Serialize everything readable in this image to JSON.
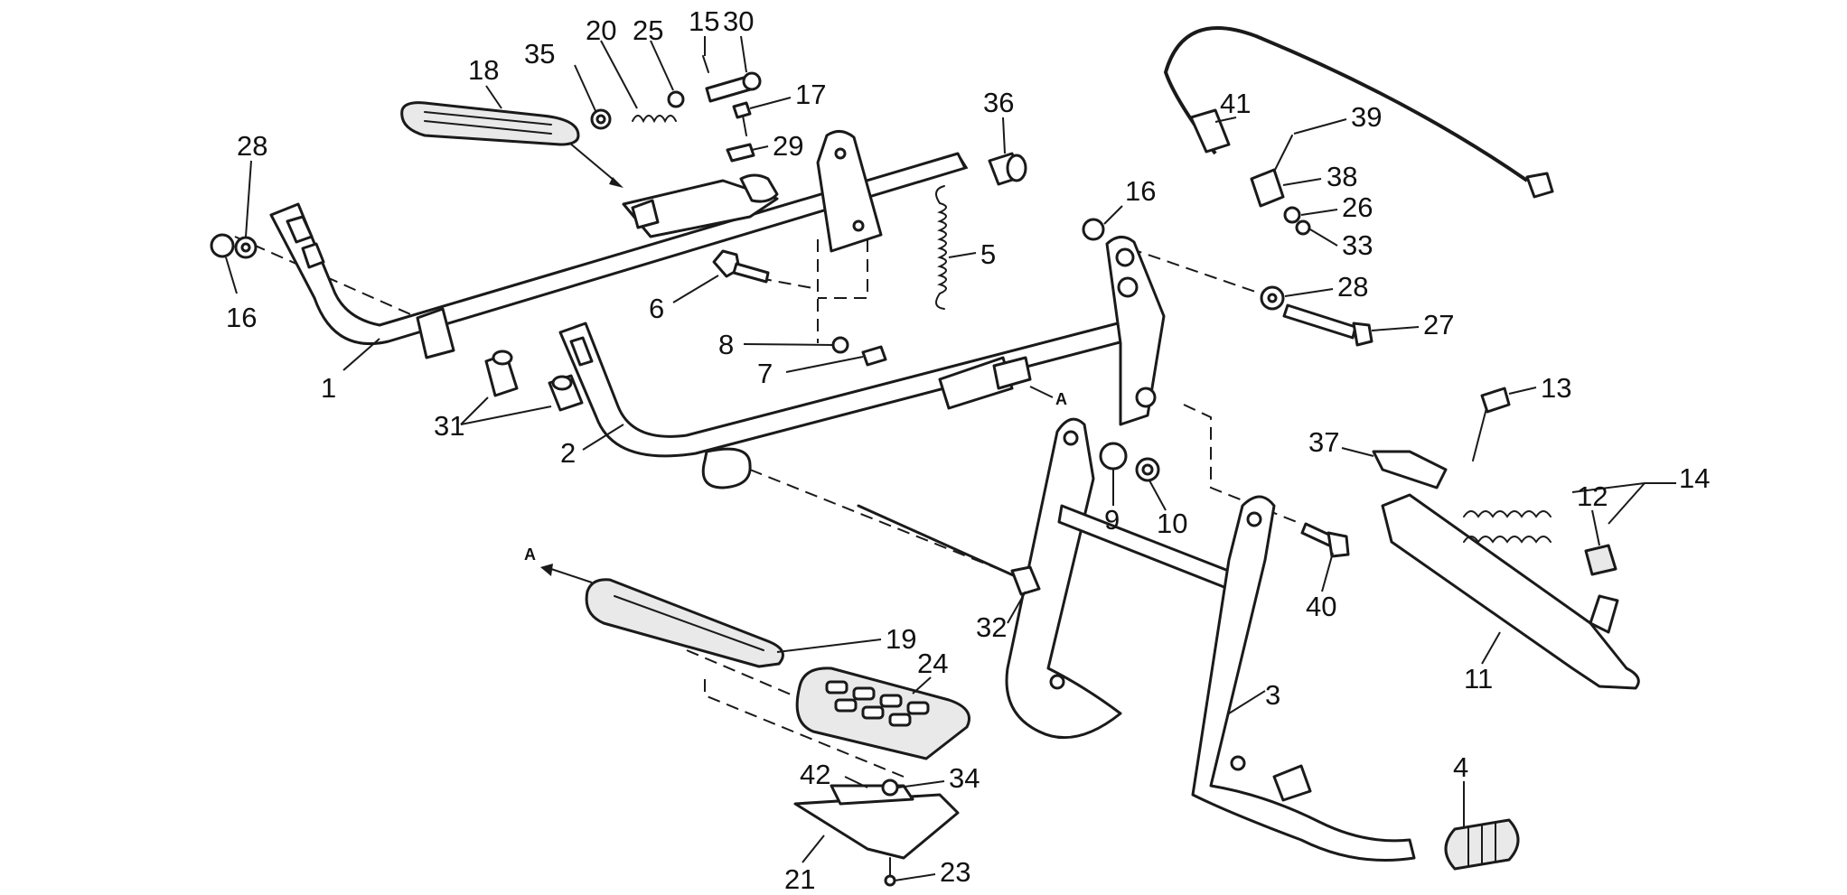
{
  "callouts": [
    {
      "id": "c1",
      "text": "1"
    },
    {
      "id": "c2",
      "text": "2"
    },
    {
      "id": "c3",
      "text": "3"
    },
    {
      "id": "c4",
      "text": "4"
    },
    {
      "id": "c5",
      "text": "5"
    },
    {
      "id": "c6",
      "text": "6"
    },
    {
      "id": "c7",
      "text": "7"
    },
    {
      "id": "c8",
      "text": "8"
    },
    {
      "id": "c9",
      "text": "9"
    },
    {
      "id": "c10",
      "text": "10"
    },
    {
      "id": "c11",
      "text": "11"
    },
    {
      "id": "c12",
      "text": "12"
    },
    {
      "id": "c13",
      "text": "13"
    },
    {
      "id": "c14",
      "text": "14"
    },
    {
      "id": "c15",
      "text": "15"
    },
    {
      "id": "c16a",
      "text": "16"
    },
    {
      "id": "c16b",
      "text": "16"
    },
    {
      "id": "c17",
      "text": "17"
    },
    {
      "id": "c18",
      "text": "18"
    },
    {
      "id": "c19",
      "text": "19"
    },
    {
      "id": "c20",
      "text": "20"
    },
    {
      "id": "c21",
      "text": "21"
    },
    {
      "id": "c23",
      "text": "23"
    },
    {
      "id": "c24",
      "text": "24"
    },
    {
      "id": "c25",
      "text": "25"
    },
    {
      "id": "c26",
      "text": "26"
    },
    {
      "id": "c27",
      "text": "27"
    },
    {
      "id": "c28a",
      "text": "28"
    },
    {
      "id": "c28b",
      "text": "28"
    },
    {
      "id": "c29",
      "text": "29"
    },
    {
      "id": "c30",
      "text": "30"
    },
    {
      "id": "c31",
      "text": "31"
    },
    {
      "id": "c32",
      "text": "32"
    },
    {
      "id": "c33",
      "text": "33"
    },
    {
      "id": "c34",
      "text": "34"
    },
    {
      "id": "c35",
      "text": "35"
    },
    {
      "id": "c36",
      "text": "36"
    },
    {
      "id": "c37",
      "text": "37"
    },
    {
      "id": "c38",
      "text": "38"
    },
    {
      "id": "c39",
      "text": "39"
    },
    {
      "id": "c40",
      "text": "40"
    },
    {
      "id": "c41",
      "text": "41"
    },
    {
      "id": "c42",
      "text": "42"
    }
  ],
  "markers": [
    {
      "id": "a1",
      "text": "A"
    },
    {
      "id": "a2",
      "text": "A"
    }
  ]
}
